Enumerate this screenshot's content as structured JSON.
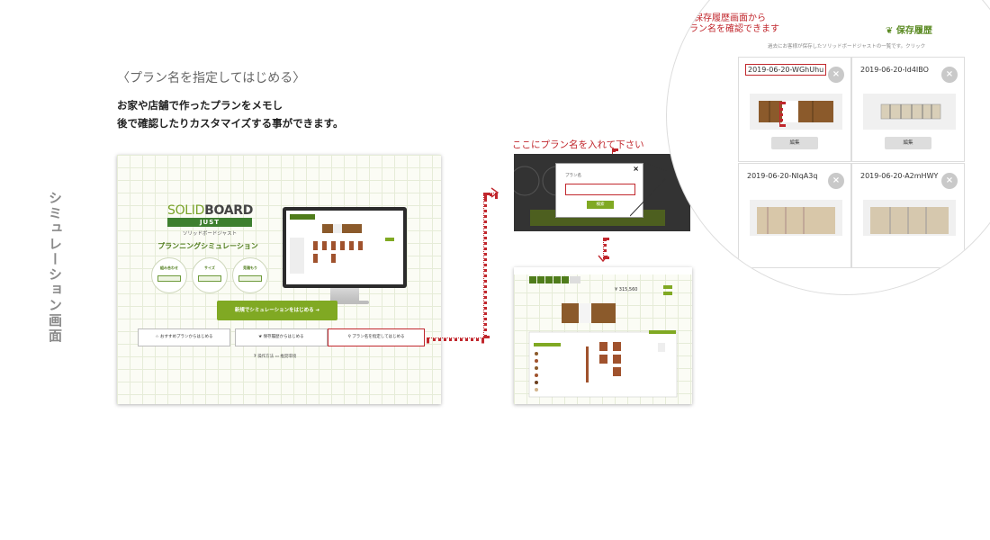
{
  "section": {
    "vertical_title": "シミュレーション画面",
    "title": "〈プラン名を指定してはじめる〉",
    "desc_line1": "お家や店舗で作ったプランをメモし",
    "desc_line2": "後で確認したりカスタマイズする事ができます。"
  },
  "landing": {
    "logo_solid": "SOLID",
    "logo_board": "BOARD",
    "logo_just": "JUST",
    "logo_kana": "ソリッドボードジャスト",
    "plan_title": "プランニングシミュレーション",
    "features": [
      "組み合わせ",
      "サイズ",
      "見積もり"
    ],
    "start_button": "新規でシミュレーションをはじめる ➔",
    "recommend_button": "☆ おすすめプランからはじめる",
    "history_button": "保存履歴からはじめる",
    "plan_name_button": "プラン名を指定してはじめる",
    "help_operation": "操作方法",
    "help_env": "推奨環境"
  },
  "annotations": {
    "enter_plan_name": "ここにプラン名を入れて下さい",
    "confirm_line1": "保存履歴画面から",
    "confirm_line2": "プラン名を確認できます"
  },
  "dialog": {
    "label": "プラン名",
    "submit": "検索",
    "close": "×"
  },
  "simulator": {
    "price": "¥ 315,560"
  },
  "history": {
    "title": "保存履歴",
    "desc": "過去にお客様が保存したソリッドボードジャストの一覧です。クリック",
    "edit_label": "編集",
    "close_glyph": "×",
    "plans": [
      "2019-06-20-WGhUhu",
      "2019-06-20-Id4IBO",
      "2019-06-20-NIqA3q",
      "2019-06-20-A2mHWY"
    ]
  },
  "colors": {
    "accent_red": "#c1272d",
    "brand_green": "#80a923"
  }
}
